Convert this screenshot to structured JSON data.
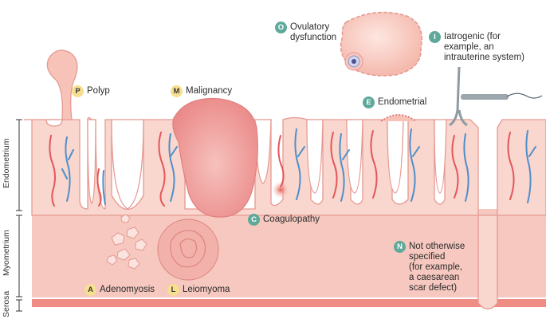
{
  "layers": {
    "endometrium": "Endometrium",
    "myometrium": "Myometrium",
    "serosa": "Serosa"
  },
  "labels": {
    "polyp": {
      "letter": "P",
      "text": "Polyp"
    },
    "malignancy": {
      "letter": "M",
      "text": "Malignancy"
    },
    "ovulatory": {
      "letter": "O",
      "line1": "Ovulatory",
      "line2": "dysfunction"
    },
    "iatrogenic": {
      "letter": "I",
      "line1": "Iatrogenic (for",
      "line2": "example, an",
      "line3": "intrauterine system)"
    },
    "endometrial": {
      "letter": "E",
      "text": "Endometrial"
    },
    "coagulopathy": {
      "letter": "C",
      "text": "Coagulopathy"
    },
    "not_otherwise": {
      "letter": "N",
      "line1": "Not otherwise",
      "line2": "specified",
      "line3": "(for example,",
      "line4": "a caesarean",
      "line5": "scar defect)"
    },
    "adenomyosis": {
      "letter": "A",
      "text": "Adenomyosis"
    },
    "leiomyoma": {
      "letter": "L",
      "text": "Leiomyoma"
    }
  },
  "colors": {
    "tissue": "#f9d6ce",
    "tissue_outline": "#e59a92",
    "myometrium": "#f6c2b8",
    "serosa": "#ef8c84",
    "malignancy": "#ee9f9f",
    "artery": "#e2575a",
    "vein": "#4f8fc9",
    "badge_yellow": "#f6df8e",
    "badge_green": "#5fa89a"
  }
}
